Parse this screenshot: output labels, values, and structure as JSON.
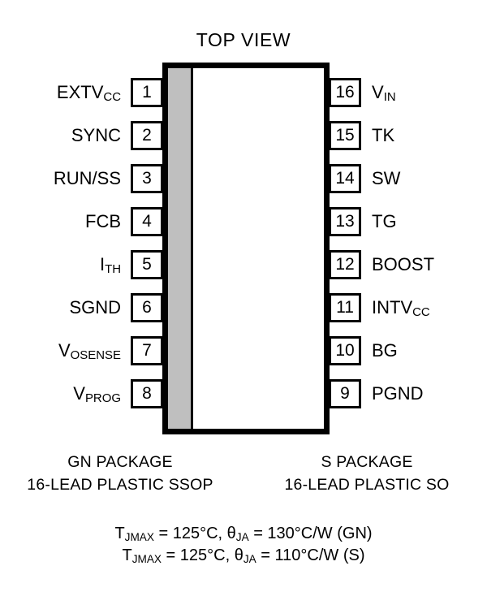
{
  "figure": {
    "title": "TOP VIEW",
    "body_stripe_color": "#bfbfbf",
    "outline_color": "#000000"
  },
  "pins": {
    "left": [
      {
        "number": "1",
        "name": "EXTV",
        "sub": "CC"
      },
      {
        "number": "2",
        "name": "SYNC",
        "sub": ""
      },
      {
        "number": "3",
        "name": "RUN/SS",
        "sub": ""
      },
      {
        "number": "4",
        "name": "FCB",
        "sub": ""
      },
      {
        "number": "5",
        "name": "I",
        "sub": "TH"
      },
      {
        "number": "6",
        "name": "SGND",
        "sub": ""
      },
      {
        "number": "7",
        "name": "V",
        "sub": "OSENSE"
      },
      {
        "number": "8",
        "name": "V",
        "sub": "PROG"
      }
    ],
    "right": [
      {
        "number": "16",
        "name": "V",
        "sub": "IN"
      },
      {
        "number": "15",
        "name": "TK",
        "sub": ""
      },
      {
        "number": "14",
        "name": "SW",
        "sub": ""
      },
      {
        "number": "13",
        "name": "TG",
        "sub": ""
      },
      {
        "number": "12",
        "name": "BOOST",
        "sub": ""
      },
      {
        "number": "11",
        "name": "INTV",
        "sub": "CC"
      },
      {
        "number": "10",
        "name": "BG",
        "sub": ""
      },
      {
        "number": "9",
        "name": "PGND",
        "sub": ""
      }
    ]
  },
  "packages": [
    {
      "name": "GN PACKAGE",
      "description": "16-LEAD PLASTIC SSOP"
    },
    {
      "name": "S PACKAGE",
      "description": "16-LEAD PLASTIC SO"
    }
  ],
  "thermal": [
    {
      "tjmax_symbol": "T",
      "tjmax_sub": "JMAX",
      "tjmax_value": " = 125°C, ",
      "theta_symbol": "θ",
      "theta_sub": "JA",
      "theta_value": " = 130°C/W (GN)"
    },
    {
      "tjmax_symbol": "T",
      "tjmax_sub": "JMAX",
      "tjmax_value": " = 125°C, ",
      "theta_symbol": "θ",
      "theta_sub": "JA",
      "theta_value": " = 110°C/W (S)"
    }
  ]
}
